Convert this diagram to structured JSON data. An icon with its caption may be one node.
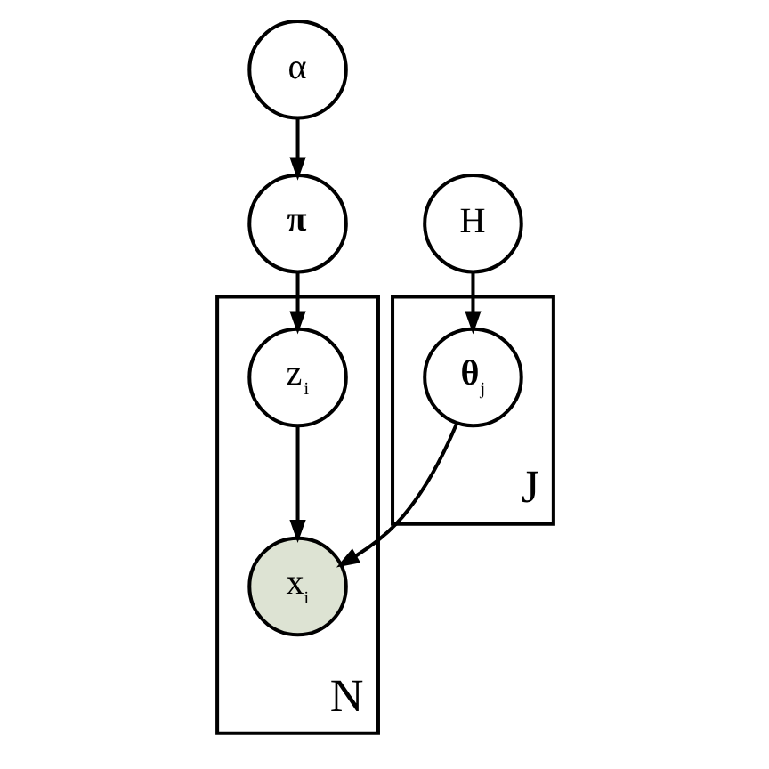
{
  "diagram": {
    "nodes": [
      {
        "text": [
          "α"
        ]
      },
      {
        "text": [
          "π"
        ]
      },
      {
        "text": [
          "N"
        ]
      },
      {
        "text": [
          "z$_{i}$"
        ],
        "in": 2
      },
      {
        "text": [
          "x$_{i}$"
        ],
        "in": 2
      },
      {
        "text": [
          "H"
        ]
      },
      {
        "text": [
          "J"
        ]
      },
      {
        "text": [
          "**θ**$_{j}$"
        ],
        "in": 6
      }
    ],
    "edges": [
      {
        "from": 0,
        "to": 1,
        "arrow": "to"
      },
      {
        "from": 1,
        "to": 3,
        "arrow": "to"
      },
      {
        "from": 3,
        "to": 4,
        "arrow": "to"
      },
      {
        "from": 5,
        "to": 7,
        "arrow": "to"
      },
      {
        "from": 7,
        "to": 4,
        "arrow": "to"
      }
    ]
  }
}
